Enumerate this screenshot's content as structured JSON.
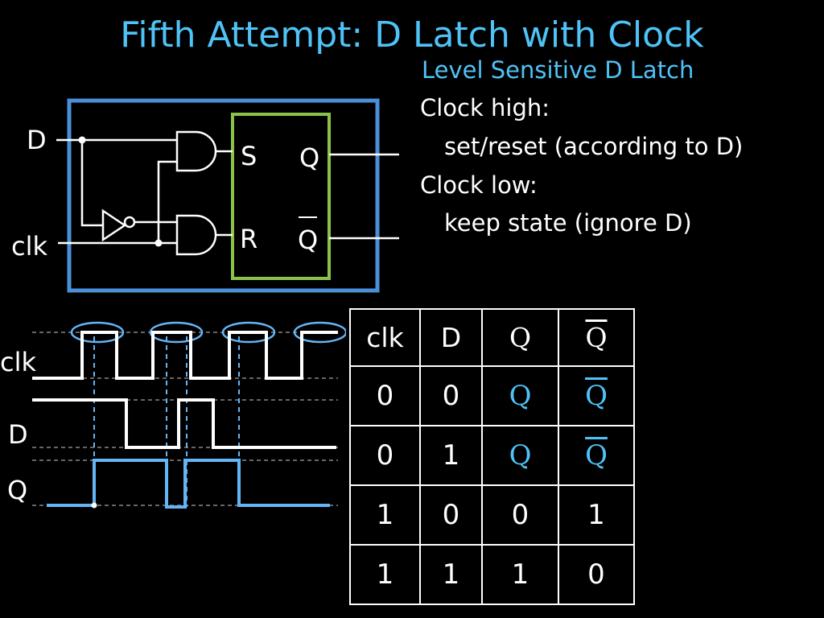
{
  "title": "Fifth Attempt: D Latch with Clock",
  "notes": {
    "subtitle": "Level Sensitive D Latch",
    "clock_high": "Clock high:",
    "clock_high_detail": "set/reset (according to D)",
    "clock_low": "Clock low:",
    "clock_low_detail": "keep state (ignore D)"
  },
  "circuit": {
    "input_d": "D",
    "input_clk": "clk",
    "latch_s": "S",
    "latch_r": "R",
    "latch_q": "Q",
    "latch_qbar": "Q"
  },
  "waveform": {
    "clk_label": "clk",
    "d_label": "D",
    "q_label": "Q"
  },
  "truth_table": {
    "headers": [
      "clk",
      "D",
      "Q",
      "Q"
    ],
    "rows": [
      [
        "0",
        "0",
        "Q",
        "Q"
      ],
      [
        "0",
        "1",
        "Q",
        "Q"
      ],
      [
        "1",
        "0",
        "0",
        "1"
      ],
      [
        "1",
        "1",
        "1",
        "0"
      ]
    ]
  },
  "colors": {
    "title": "#4fc3f7",
    "box_outer": "#4a90d9",
    "box_latch": "#8bc34a",
    "q_wave": "#64b5f6"
  }
}
